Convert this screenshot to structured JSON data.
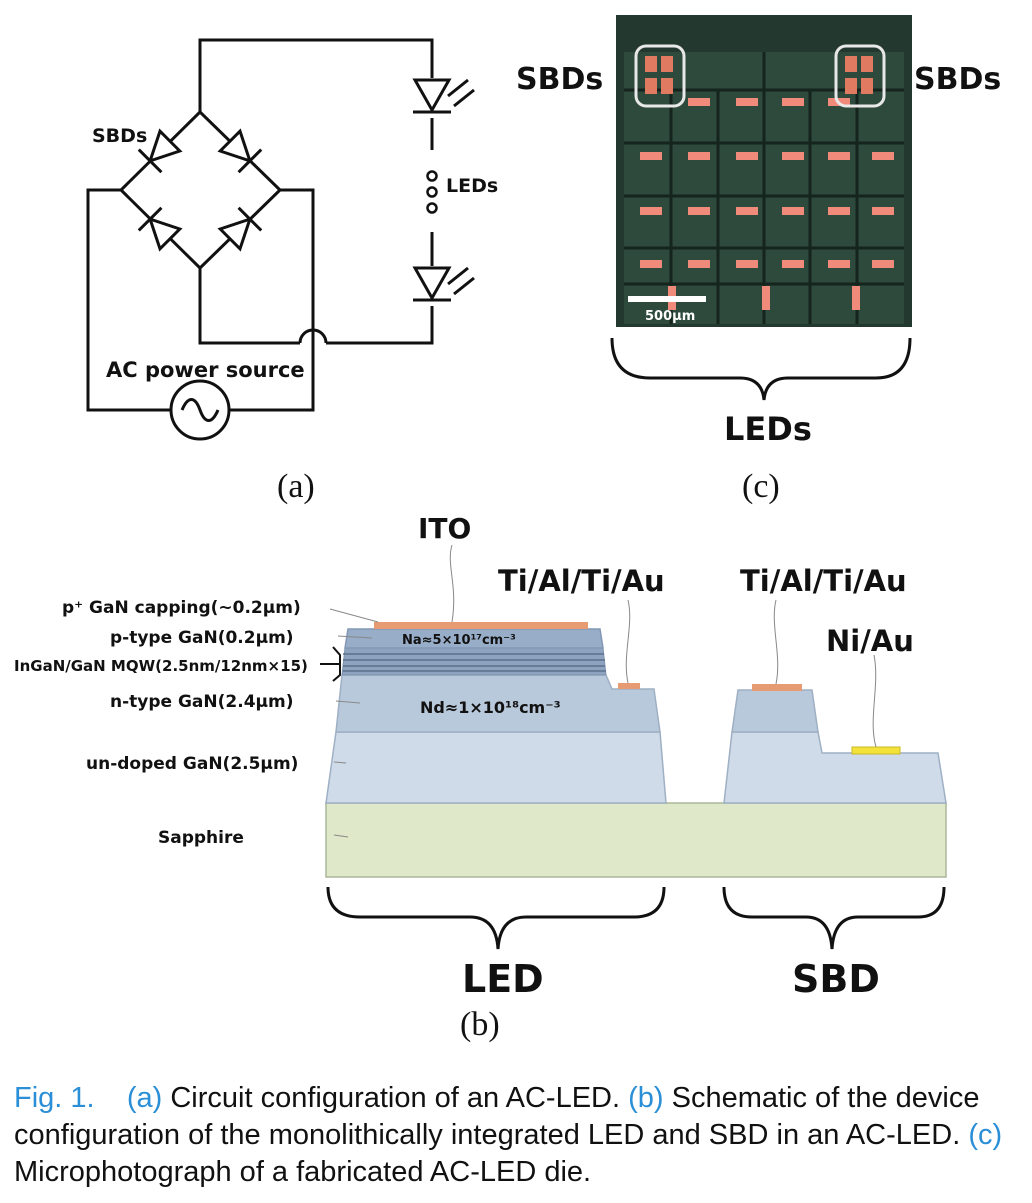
{
  "panel_a": {
    "letter": "(a)",
    "sbds_label": "SBDs",
    "leds_label": "LEDs",
    "ac_label": "AC power source"
  },
  "panel_c": {
    "letter": "(c)",
    "sbds_left": "SBDs",
    "sbds_right": "SBDs",
    "scale_bar": "500μm",
    "leds_label": "LEDs"
  },
  "panel_b": {
    "letter": "(b)",
    "ito": "ITO",
    "contact_left": "Ti/Al/Ti/Au",
    "contact_right": "Ti/Al/Ti/Au",
    "niau": "Ni/Au",
    "layer_capping": "p⁺ GaN capping(~0.2μm)",
    "layer_ptype": "p-type GaN(0.2μm)",
    "layer_mqw": "InGaN/GaN MQW(2.5nm/12nm×15)",
    "layer_ntype": "n-type GaN(2.4μm)",
    "layer_undoped": "un-doped GaN(2.5μm)",
    "layer_sapphire": "Sapphire",
    "doping_na": "Na≈5×10¹⁷cm⁻³",
    "doping_nd": "Nd≈1×10¹⁸cm⁻³",
    "brace_led": "LED",
    "brace_sbd": "SBD"
  },
  "caption": {
    "fig": "Fig. 1.",
    "a_tag": "(a)",
    "a_text": " Circuit configuration of an AC-LED. ",
    "b_tag": "(b)",
    "b_text": " Schematic of the device configuration of the monolithically integrated LED and SBD in an AC-LED. ",
    "c_tag": "(c)",
    "c_text": " Microphotograph of a fabricated AC-LED die."
  },
  "colors": {
    "sapphire": "#dfe8c8",
    "undoped": "#cfdbe8",
    "ntype": "#b9c9dc",
    "ptype": "#98adc8",
    "contact": "#e69b73",
    "niau": "#f2e23a",
    "die_bg": "#23382f",
    "led_pad": "#f08a7a",
    "caption_accent": "#2a8fd6"
  }
}
